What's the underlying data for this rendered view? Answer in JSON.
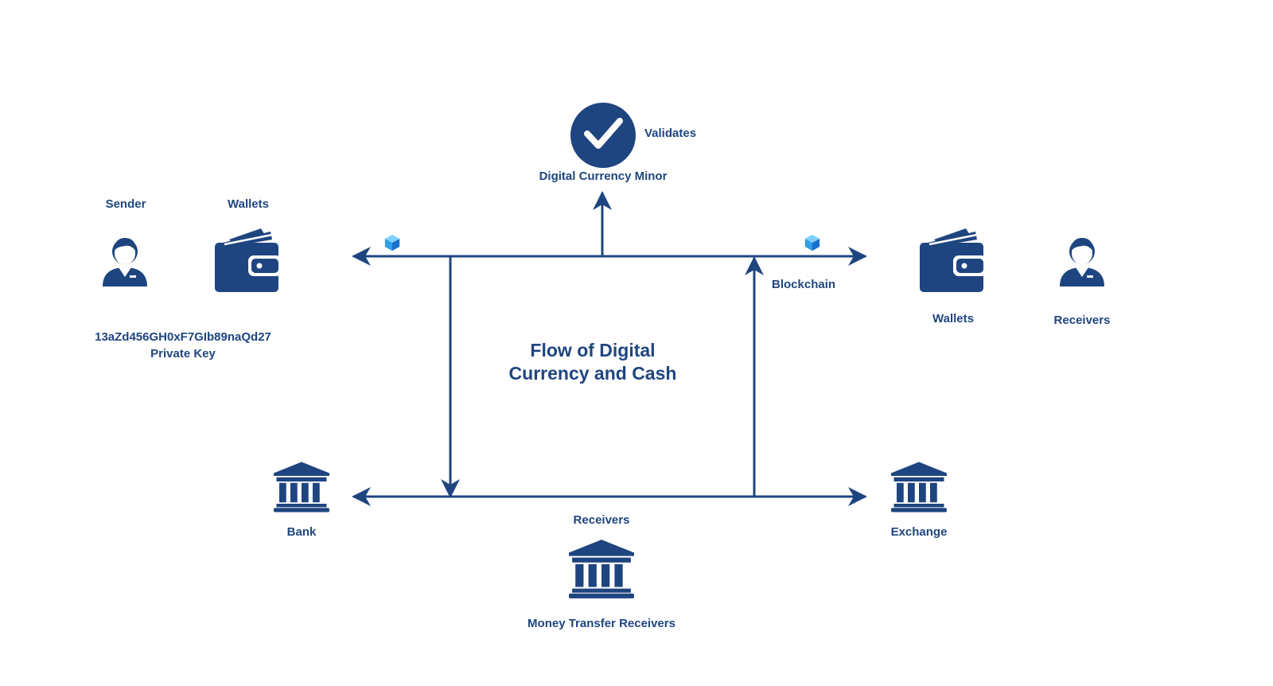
{
  "title": [
    "Flow of Digital",
    "Currency and Cash"
  ],
  "colors": {
    "primary": "#1f4580",
    "accent": "#2f9fe6"
  },
  "nodes": {
    "sender": {
      "label": "Sender",
      "icon": "user-icon"
    },
    "sender_wallet": {
      "label": "Wallets",
      "icon": "wallet-icon"
    },
    "private_key": {
      "value": "13aZd456GH0xF7GIb89naQd27",
      "label": "Private Key"
    },
    "miner": {
      "label": "Digital Currency Minor",
      "icon": "check-circle-icon"
    },
    "validates": {
      "label": "Validates"
    },
    "blockchain": {
      "label": "Blockchain",
      "icon": "cube-icon"
    },
    "receiver_wallet": {
      "label": "Wallets",
      "icon": "wallet-icon"
    },
    "receivers_right": {
      "label": "Receivers",
      "icon": "user-icon"
    },
    "bank": {
      "label": "Bank",
      "icon": "bank-icon"
    },
    "receivers_bottom": {
      "label": "Receivers"
    },
    "money_transfer": {
      "label": "Money Transfer Receivers",
      "icon": "bank-icon"
    },
    "exchange": {
      "label": "Exchange",
      "icon": "bank-icon"
    }
  }
}
